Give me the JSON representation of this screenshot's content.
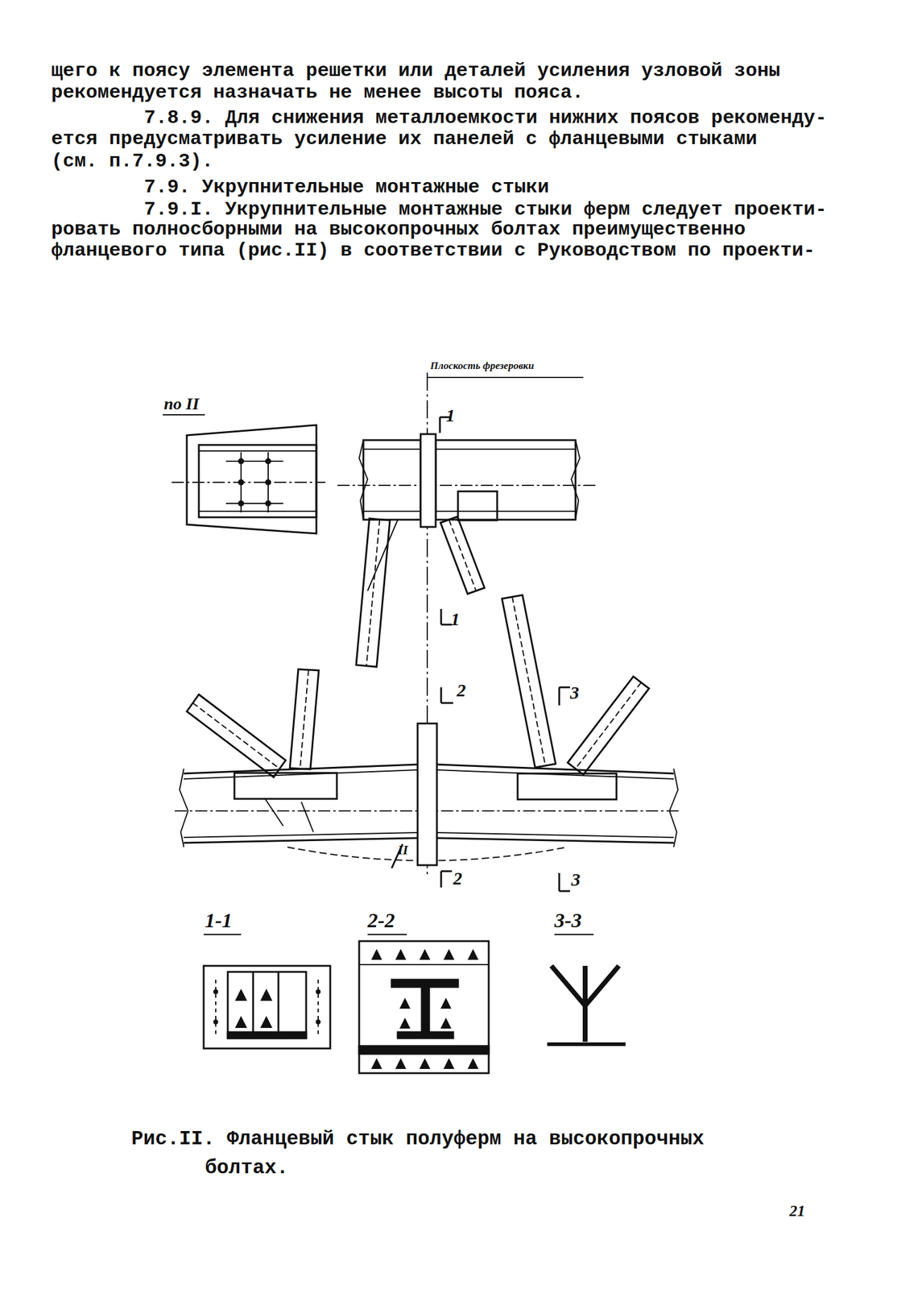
{
  "diagram": {
    "caption": "Рис.II. Фланцевый стык полуферм на высокопрочных болтах.",
    "labels": [
      "щего к поясу элемента решетки или деталей усиления узловой зоны",
      "рекомендуется назначать не менее высоты пояса.",
      "7.8.9. Для снижения металлоемкости нижних поясов рекоменду-",
      "ется предусматривать усиление их панелей с фланцевыми стыками",
      "(см. п.7.9.3).",
      "7.9. Укрупнительные монтажные стыки",
      "7.9.I. Укрупнительные монтажные стыки ферм следует проекти-",
      "ровать полносборными на высокопрочных болтах преимущественно",
      "фланцевого типа (рис.II) в соответствии с Руководством по проекти-",
      "по II",
      "Плоскость фрезеровки",
      "1",
      "1",
      "2",
      "2",
      "3",
      "3",
      "II",
      "1-1",
      "2-2",
      "3-3",
      "21"
    ]
  }
}
